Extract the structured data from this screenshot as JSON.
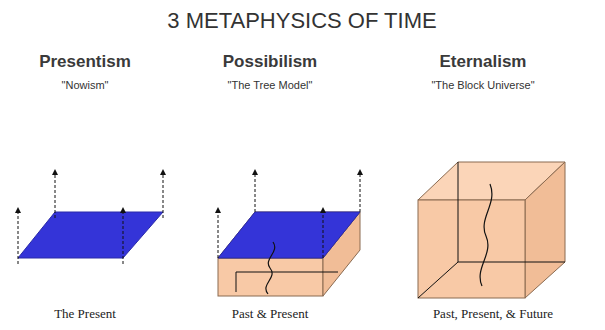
{
  "diagram": {
    "title": "3 METAPHYSICS OF TIME",
    "labels": [
      "Presentism",
      "\"Nowism\"",
      "Possibilism",
      "\"The Tree Model\"",
      "Eternalism",
      "\"The Block Universe\"",
      "The Present",
      "Past & Present",
      "Past, Present, & Future"
    ]
  }
}
